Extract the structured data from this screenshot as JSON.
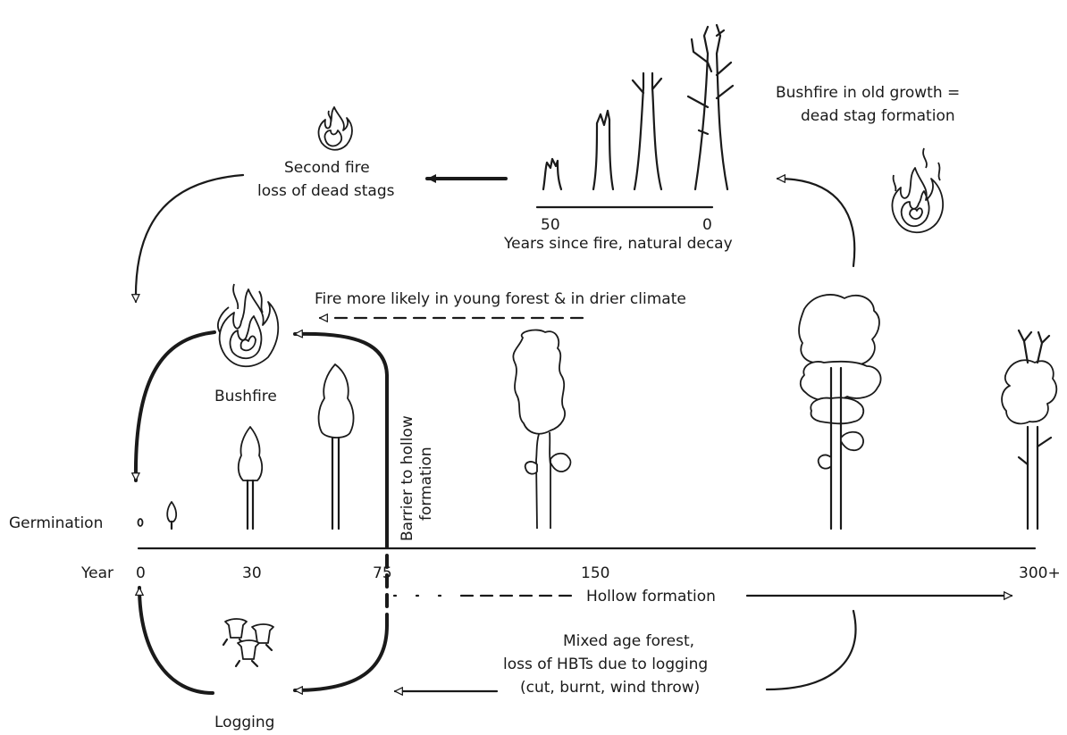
{
  "labels": {
    "germination": "Germination",
    "year": "Year",
    "ticks": [
      "0",
      "30",
      "75",
      "150",
      "300+"
    ],
    "bushfire": "Bushfire",
    "barrier_line1": "Barrier to hollow",
    "barrier_line2": "formation",
    "fire_likely": "Fire more likely in young forest & in drier climate",
    "hollow_formation": "Hollow formation",
    "logging": "Logging",
    "mixed_line1": "Mixed age forest,",
    "mixed_line2": "loss of HBTs due to logging",
    "mixed_line3": "(cut, burnt, wind throw)",
    "second_fire_line1": "Second fire",
    "second_fire_line2": "loss of dead stags",
    "decay_start": "50",
    "decay_end": "0",
    "decay_caption": "Years since fire, natural decay",
    "oldgrowth_line1": "Bushfire in old growth =",
    "oldgrowth_line2": "dead stag formation"
  }
}
